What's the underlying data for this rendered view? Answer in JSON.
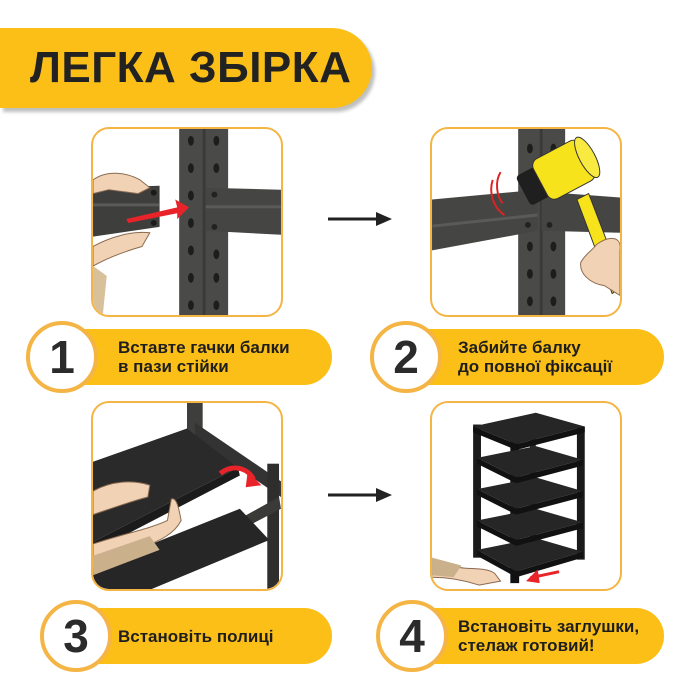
{
  "header": {
    "title": "ЛЕГКА ЗБІРКА"
  },
  "colors": {
    "accent_yellow": "#fbbf17",
    "frame_orange": "#f4b545",
    "text_dark": "#1e1e1e",
    "arrow_red": "#e8232a"
  },
  "steps": [
    {
      "number": "1",
      "line1": "Вставте гачки балки",
      "line2": "в пази стійки",
      "illustration": "insert-beam-hooks"
    },
    {
      "number": "2",
      "line1": "Забийте балку",
      "line2": "до повної фіксації",
      "illustration": "hammer-beam"
    },
    {
      "number": "3",
      "line1": "Встановіть полиці",
      "line2": "",
      "illustration": "install-shelves"
    },
    {
      "number": "4",
      "line1": "Встановіть заглушки,",
      "line2": "стелаж готовий!",
      "illustration": "finished-rack-with-caps"
    }
  ],
  "flow_arrows": [
    "arrow-right",
    "arrow-right"
  ]
}
